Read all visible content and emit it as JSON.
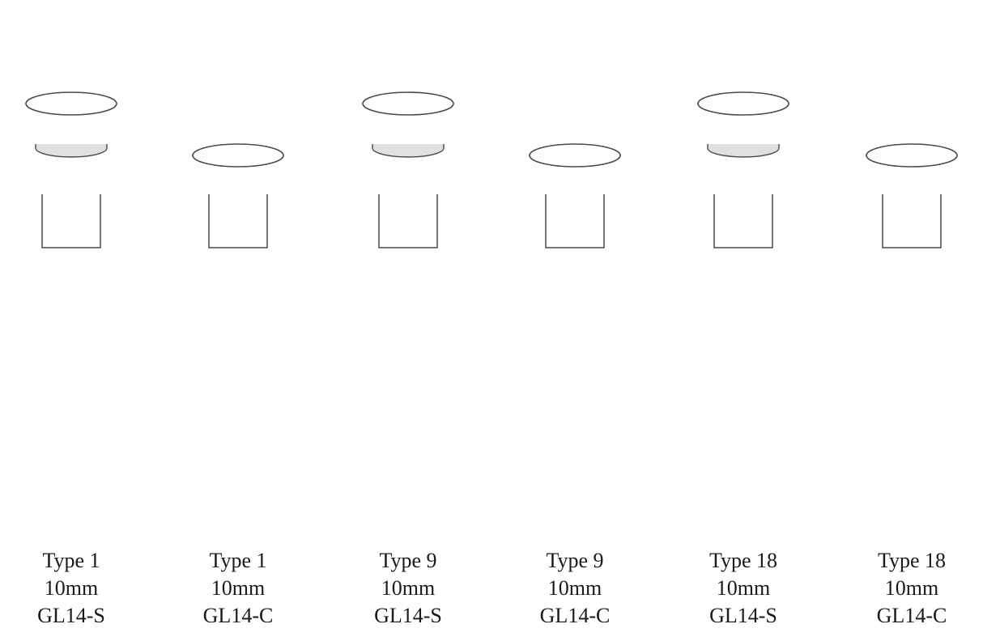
{
  "figure": {
    "title": "",
    "colors": {
      "outline": "#4a4a4a",
      "glass_fill": "#ffffff",
      "window_gray": "#cfcfcf",
      "septum_fill": "#e6e6e6",
      "insert_fill": "#ececec",
      "text": "#1a1a1a"
    },
    "cuvettes": [
      {
        "type": "Type 1",
        "path_length": "10mm",
        "cap": "GL14-S",
        "cap_style": "screw-cap-with-septum",
        "insert": "none"
      },
      {
        "type": "Type 1",
        "path_length": "10mm",
        "cap": "GL14-C",
        "cap_style": "closed-cap",
        "insert": "none"
      },
      {
        "type": "Type 9",
        "path_length": "10mm",
        "cap": "GL14-S",
        "cap_style": "screw-cap-with-septum",
        "insert": "type9"
      },
      {
        "type": "Type 9",
        "path_length": "10mm",
        "cap": "GL14-C",
        "cap_style": "closed-cap",
        "insert": "type9"
      },
      {
        "type": "Type 18",
        "path_length": "10mm",
        "cap": "GL14-S",
        "cap_style": "screw-cap-with-septum",
        "insert": "type18"
      },
      {
        "type": "Type 18",
        "path_length": "10mm",
        "cap": "GL14-C",
        "cap_style": "closed-cap",
        "insert": "type18"
      }
    ]
  }
}
